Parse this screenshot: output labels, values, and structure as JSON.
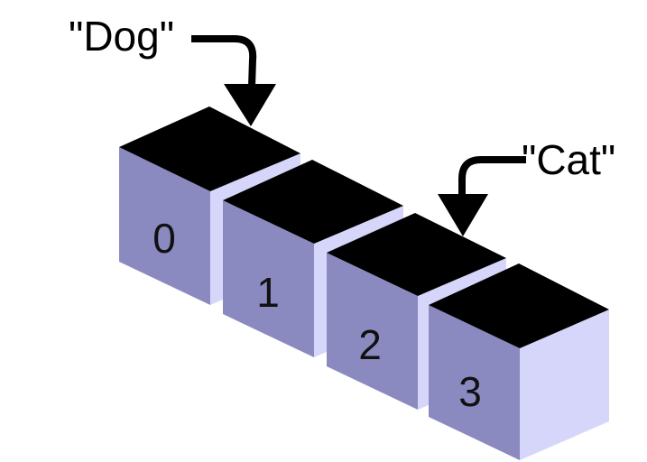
{
  "colors": {
    "top": "#000000",
    "front": "#8a8ac0",
    "side": "#d6d6fb",
    "arrow": "#000000",
    "background": "#ffffff"
  },
  "cells": [
    {
      "index": "0"
    },
    {
      "index": "1"
    },
    {
      "index": "2"
    },
    {
      "index": "3"
    }
  ],
  "pointers": [
    {
      "label": "\"Dog\"",
      "target_index": "0"
    },
    {
      "label": "\"Cat\"",
      "target_index": "2"
    }
  ]
}
